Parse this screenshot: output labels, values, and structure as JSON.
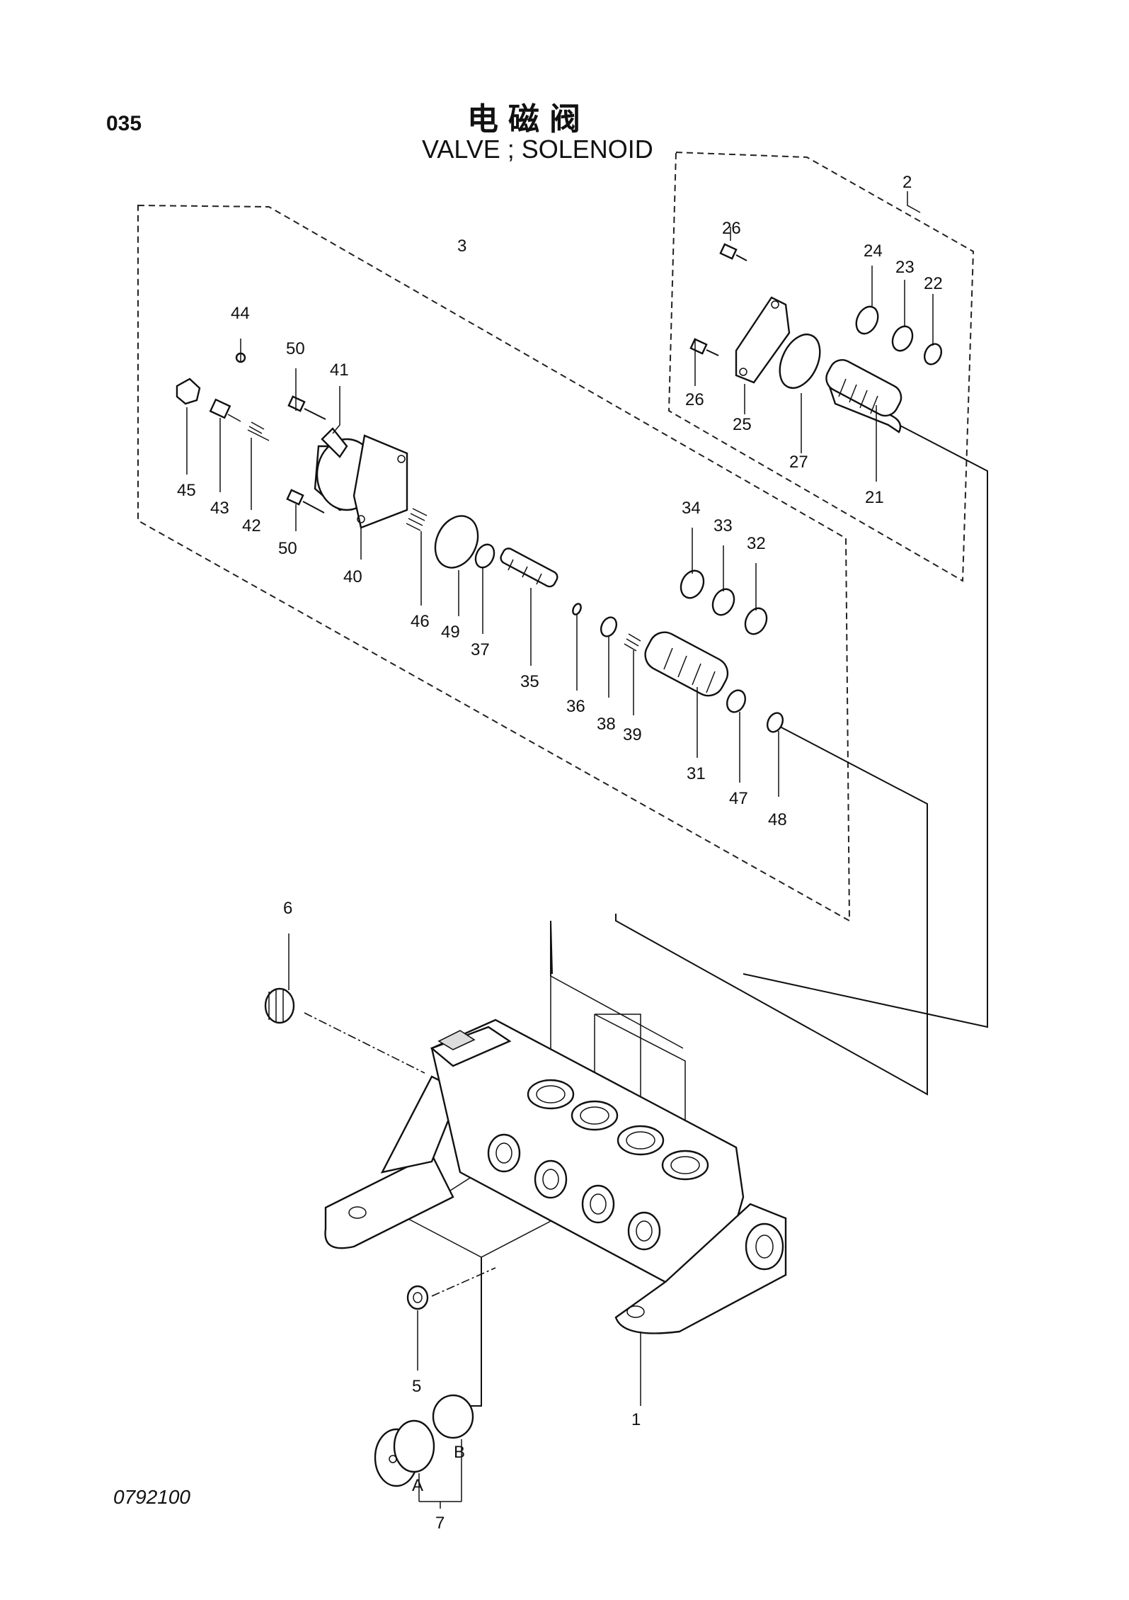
{
  "page_number": "035",
  "title_cn": "电磁阀",
  "title_en": "VALVE ; SOLENOID",
  "drawing_number": "0792100",
  "callouts": [
    "1",
    "2",
    "3",
    "5",
    "6",
    "7",
    "A",
    "B",
    "21",
    "22",
    "23",
    "24",
    "25",
    "26",
    "27",
    "31",
    "32",
    "33",
    "34",
    "35",
    "36",
    "37",
    "38",
    "39",
    "40",
    "41",
    "42",
    "43",
    "44",
    "45",
    "46",
    "47",
    "48",
    "49",
    "50"
  ]
}
